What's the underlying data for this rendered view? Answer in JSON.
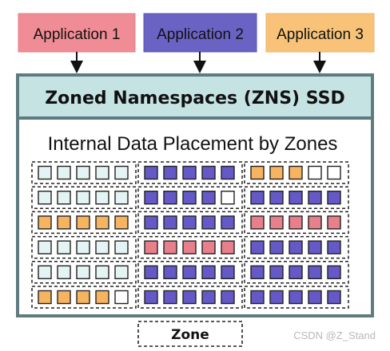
{
  "applications": [
    {
      "label": "Application 1",
      "fill": "#F08C95"
    },
    {
      "label": "Application 2",
      "fill": "#6B63C4"
    },
    {
      "label": "Application 3",
      "fill": "#F8C378"
    }
  ],
  "header": {
    "title": "Zoned Namespaces (ZNS) SSD",
    "fill": "#C6E3E3"
  },
  "inner": {
    "title": "Internal Data Placement by Zones"
  },
  "legend": {
    "label": "Zone"
  },
  "watermark": {
    "text": "CSDN @Z_Stand"
  },
  "colors": {
    "empty": "#FFFFFF",
    "light": "#E4F3F3",
    "purple": "#6459C7",
    "orange": "#F6B460",
    "pink": "#E8808C",
    "border": "#5E7B80"
  },
  "zone_grid": {
    "rows": [
      [
        [
          "light",
          "light",
          "light",
          "light",
          "light"
        ],
        [
          "purple",
          "purple",
          "purple",
          "purple",
          "purple"
        ],
        [
          "orange",
          "orange",
          "orange",
          "empty",
          "empty"
        ]
      ],
      [
        [
          "light",
          "light",
          "light",
          "light",
          "light"
        ],
        [
          "purple",
          "purple",
          "purple",
          "purple",
          "empty"
        ],
        [
          "purple",
          "purple",
          "purple",
          "purple",
          "purple"
        ]
      ],
      [
        [
          "orange",
          "orange",
          "orange",
          "orange",
          "orange"
        ],
        [
          "purple",
          "purple",
          "purple",
          "purple",
          "purple"
        ],
        [
          "pink",
          "pink",
          "pink",
          "pink",
          "pink"
        ]
      ],
      [
        [
          "light",
          "light",
          "light",
          "light",
          "light"
        ],
        [
          "pink",
          "pink",
          "pink",
          "pink",
          "pink"
        ],
        [
          "purple",
          "purple",
          "purple",
          "purple",
          "purple"
        ]
      ],
      [
        [
          "light",
          "light",
          "light",
          "light",
          "light"
        ],
        [
          "purple",
          "purple",
          "purple",
          "purple",
          "purple"
        ],
        [
          "purple",
          "purple",
          "purple",
          "purple",
          "purple"
        ]
      ],
      [
        [
          "orange",
          "orange",
          "orange",
          "orange",
          "empty"
        ],
        [
          "purple",
          "purple",
          "purple",
          "purple",
          "purple"
        ],
        [
          "purple",
          "purple",
          "purple",
          "purple",
          "purple"
        ]
      ]
    ]
  }
}
